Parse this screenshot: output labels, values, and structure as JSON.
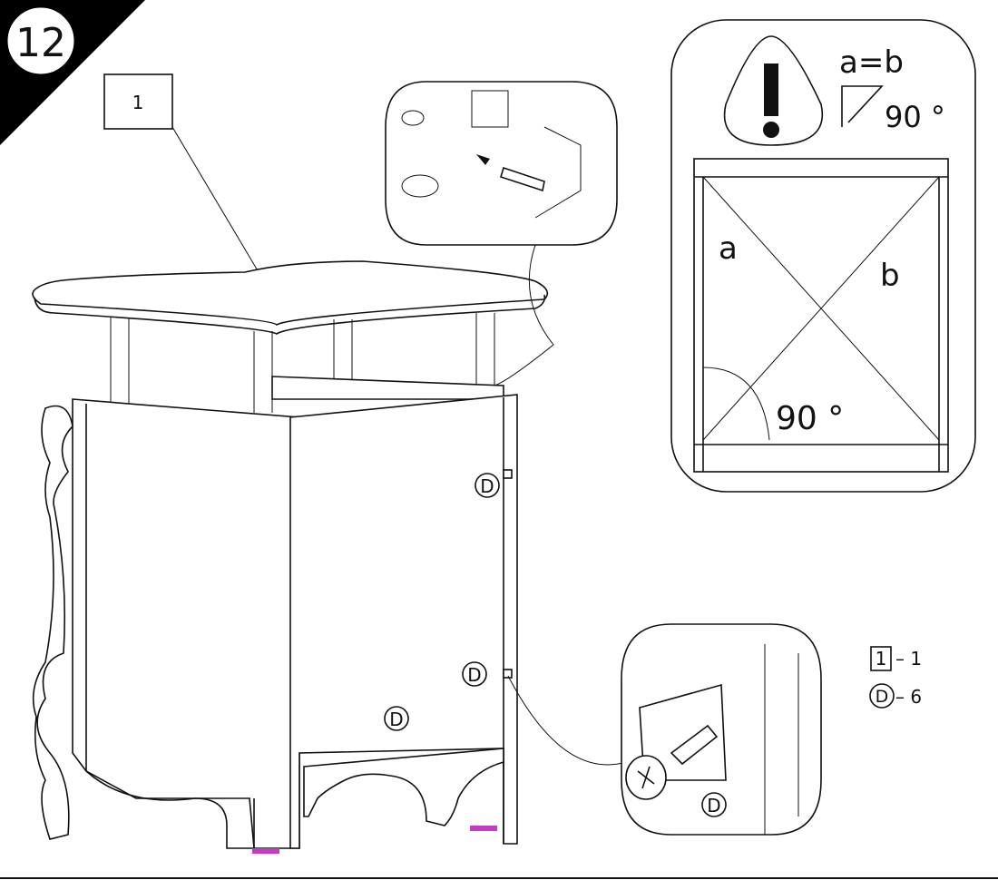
{
  "step": {
    "number": "12"
  },
  "part_callout": {
    "label": "1"
  },
  "square_check": {
    "equation": "a=b",
    "right_angle_label": "90 °",
    "diagonal_a": "a",
    "diagonal_b": "b",
    "corner_angle": "90 °"
  },
  "fasteners": {
    "marker": "D",
    "screw_marker": "D"
  },
  "parts_list": [
    {
      "symbol": "1",
      "quantity": "– 1"
    },
    {
      "symbol": "D",
      "quantity": "– 6"
    }
  ],
  "colors": {
    "line": "#111111",
    "accent": "#c43cc4"
  }
}
